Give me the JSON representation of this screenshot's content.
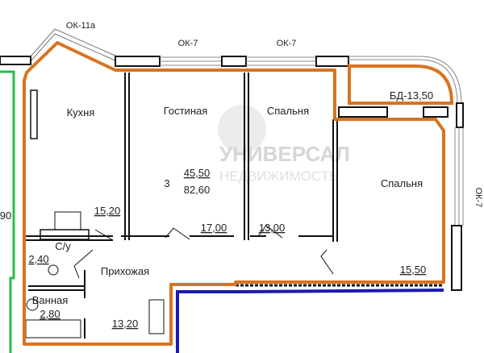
{
  "plan": {
    "rooms_count": "3",
    "living_area": "45,50",
    "total_area": "82,60"
  },
  "windows": {
    "kitchen_window": "ОК-11а",
    "living_window": "ОК-7",
    "bedroom_window": "ОК-7",
    "side_window": "ОК-7",
    "balcony_door": "БД-13,50"
  },
  "rooms": [
    {
      "name": "Кухня",
      "area": "15,20"
    },
    {
      "name": "Гостиная",
      "area": "17,00"
    },
    {
      "name": "Спальня",
      "area": "13,00"
    },
    {
      "name": "Спальня",
      "area": "15,50"
    },
    {
      "name": "С/у",
      "area": "2,40"
    },
    {
      "name": "Прихожая",
      "area": "13,20"
    },
    {
      "name": "Ванная",
      "area": "2,80"
    }
  ],
  "neighbor_area_fragment": "90",
  "watermark": {
    "line1": "УНИВЕРСАЛ",
    "line2": "НЕДВИЖИМОСТЬ"
  },
  "colors": {
    "outline": "#d8731f",
    "neighbor_left": "#22c04a",
    "neighbor_bottom": "#1a1ab0",
    "walls": "#111111"
  }
}
